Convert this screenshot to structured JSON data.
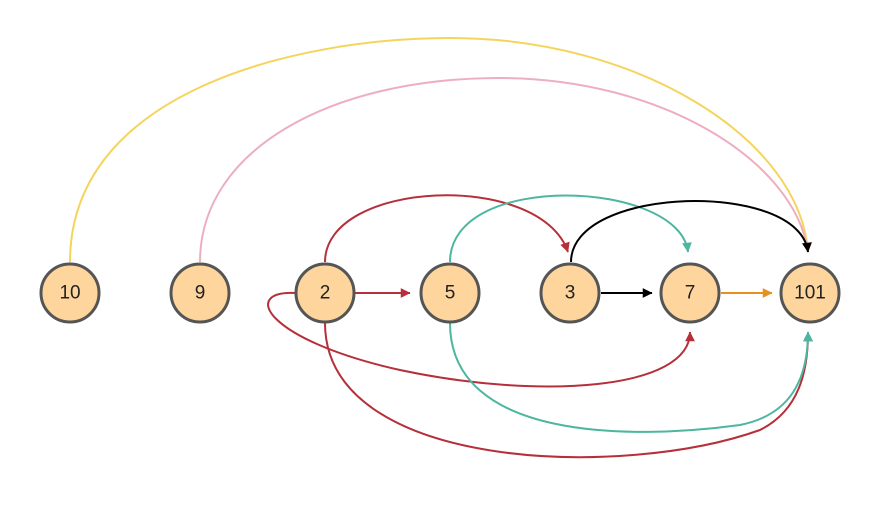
{
  "diagram": {
    "node_fill": "#FFD59E",
    "node_stroke": "#555555",
    "nodes": [
      {
        "id": "10",
        "label": "10"
      },
      {
        "id": "9",
        "label": "9"
      },
      {
        "id": "2",
        "label": "2"
      },
      {
        "id": "5",
        "label": "5"
      },
      {
        "id": "3",
        "label": "3"
      },
      {
        "id": "7",
        "label": "7"
      },
      {
        "id": "101",
        "label": "101"
      }
    ],
    "edges": [
      {
        "id": "10-101",
        "from": "10",
        "to": "101",
        "color": "#F5D45E"
      },
      {
        "id": "9-101",
        "from": "9",
        "to": "101",
        "color": "#EDAFC0"
      },
      {
        "id": "2-3",
        "from": "2",
        "to": "3",
        "color": "#B5303A"
      },
      {
        "id": "2-5",
        "from": "2",
        "to": "5",
        "color": "#B5303A"
      },
      {
        "id": "2-7",
        "from": "2",
        "to": "7",
        "color": "#B5303A"
      },
      {
        "id": "2-101",
        "from": "2",
        "to": "101",
        "color": "#B5303A"
      },
      {
        "id": "5-7",
        "from": "5",
        "to": "7",
        "color": "#4DB6A0"
      },
      {
        "id": "5-101",
        "from": "5",
        "to": "101",
        "color": "#4DB6A0"
      },
      {
        "id": "3-101",
        "from": "3",
        "to": "101",
        "color": "#000000"
      },
      {
        "id": "3-7",
        "from": "3",
        "to": "7",
        "color": "#000000"
      },
      {
        "id": "7-101",
        "from": "7",
        "to": "101",
        "color": "#E8901E"
      }
    ]
  }
}
